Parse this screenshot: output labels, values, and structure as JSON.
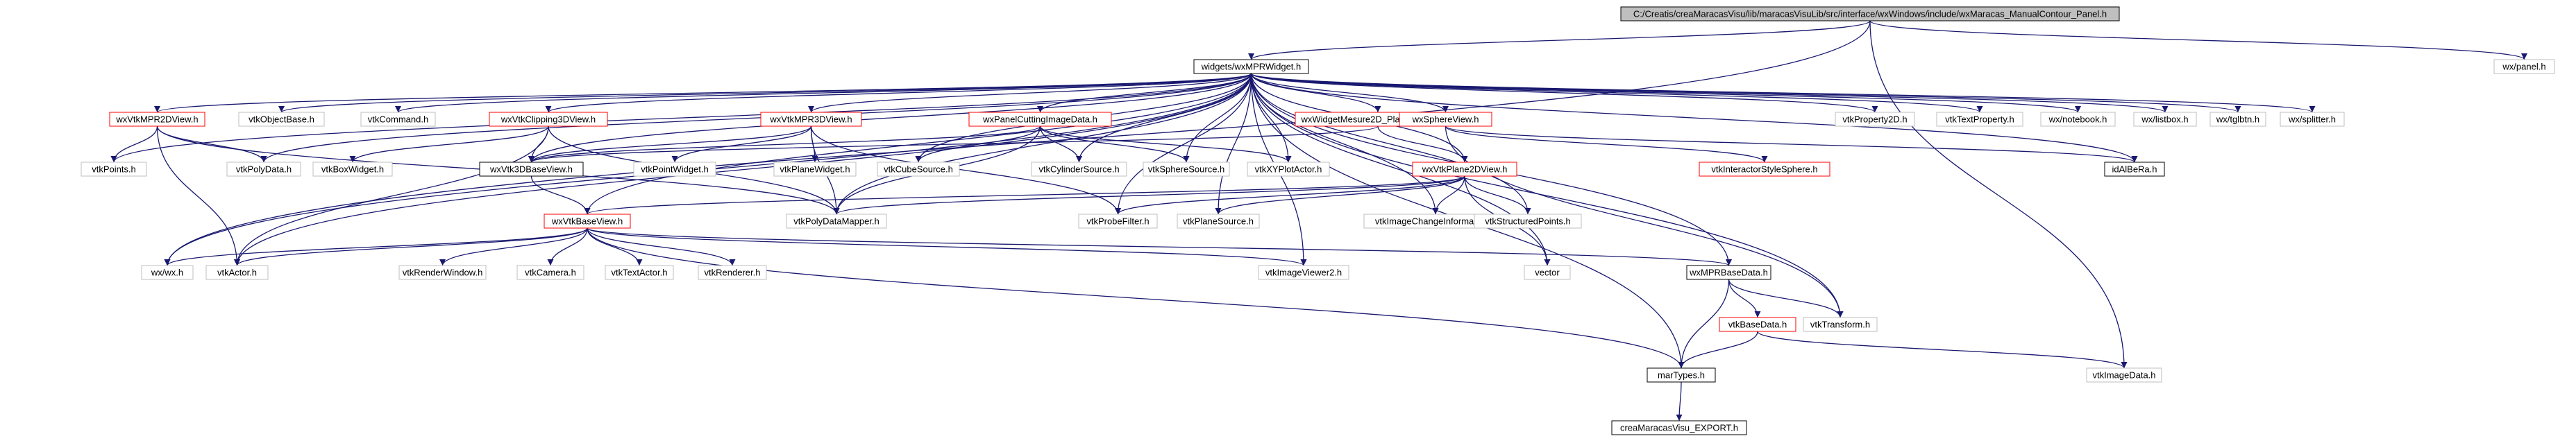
{
  "diagram": {
    "colors": {
      "edge": "#191970",
      "root_fill": "#bfbfbf",
      "root_border": "#000000",
      "documented_border": "#000000",
      "external_border": "#bfbfbf",
      "unresolved_border": "#ff0000",
      "node_fill": "#ffffff"
    },
    "nodes": {
      "root": "C:/Creatis/creaMaracasVisu/lib/maracasVisuLib/src/interface/wxWindows/include/wxMaracas_ManualContour_Panel.h",
      "wxmprwidget": "widgets/wxMPRWidget.h",
      "wxpanel": "wx/panel.h",
      "wxvtkmpr2dview": "wxVtkMPR2DView.h",
      "vtkobjectbase": "vtkObjectBase.h",
      "vtkcommand": "vtkCommand.h",
      "wxvtkclipping3dview": "wxVtkClipping3DView.h",
      "wxvtkmpr3dview": "wxVtkMPR3DView.h",
      "wxpanelcuttingimagedata": "wxPanelCuttingImageData.h",
      "wxwidgetmesure2d": "wxWidgetMesure2D_Plane_in_MPR.h",
      "wxsphereview": "wxSphereView.h",
      "vtkproperty2d": "vtkProperty2D.h",
      "vtktextproperty": "vtkTextProperty.h",
      "wxnotebook": "wx/notebook.h",
      "wxlistbox": "wx/listbox.h",
      "wxtglbtn": "wx/tglbtn.h",
      "wxsplitter": "wx/splitter.h",
      "vtkpoints": "vtkPoints.h",
      "vtkpolydata": "vtkPolyData.h",
      "vtkboxwidget": "vtkBoxWidget.h",
      "wxvtk3dbaseview": "wxVtk3DBaseView.h",
      "vtkpointwidget": "vtkPointWidget.h",
      "vtkplanewidget": "vtkPlaneWidget.h",
      "vtkcubesource": "vtkCubeSource.h",
      "vtkcylindersource": "vtkCylinderSource.h",
      "vtkspheresource": "vtkSphereSource.h",
      "vtkxyplotactor": "vtkXYPlotActor.h",
      "wxvtkplane2dview": "wxVtkPlane2DView.h",
      "vtkinteractorstylesphere": "vtkInteractorStyleSphere.h",
      "idalbera": "idAlBeRa.h",
      "wxvtkbaseview": "wxVtkBaseView.h",
      "vtkpolydatamapper": "vtkPolyDataMapper.h",
      "vtkprobefilter": "vtkProbeFilter.h",
      "vtkplanesource": "vtkPlaneSource.h",
      "vtkimagechangeinformation": "vtkImageChangeInformation.h",
      "vtkstructuredpoints": "vtkStructuredPoints.h",
      "wxwx": "wx/wx.h",
      "vtkactor": "vtkActor.h",
      "vtkrenderwindow": "vtkRenderWindow.h",
      "vtkcamera": "vtkCamera.h",
      "vtktextactor": "vtkTextActor.h",
      "vtkrenderer": "vtkRenderer.h",
      "vtkimageviewer2": "vtkImageViewer2.h",
      "vector": "vector",
      "wxmprbasedata": "wxMPRBaseData.h",
      "vtktransform": "vtkTransform.h",
      "vtkbasedata": "vtkBaseData.h",
      "martypes": "marTypes.h",
      "vtkimagedata": "vtkImageData.h",
      "creamaracasvisu_export": "creaMaracasVisu_EXPORT.h"
    }
  }
}
